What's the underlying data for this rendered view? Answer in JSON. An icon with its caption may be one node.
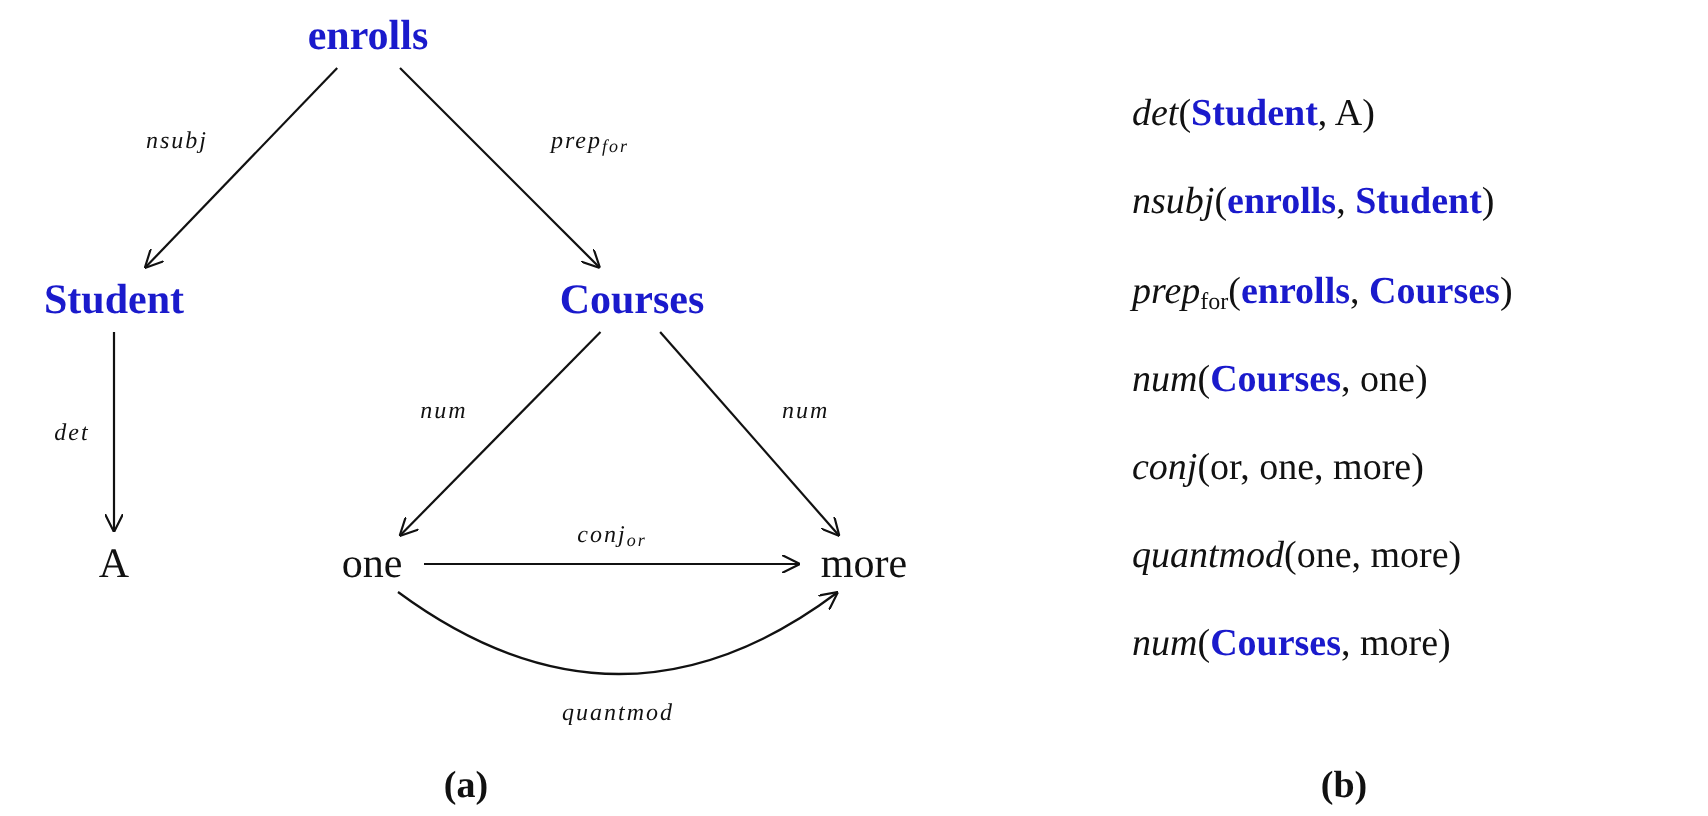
{
  "diagram": {
    "nodes": [
      {
        "text": [
          "enrolls"
        ]
      },
      {
        "text": [
          "Student"
        ]
      },
      {
        "text": [
          "Courses"
        ]
      },
      {
        "text": [
          "A"
        ]
      },
      {
        "text": [
          "one"
        ]
      },
      {
        "text": [
          "more"
        ]
      }
    ],
    "edges": [
      {
        "from": 0,
        "to": 1,
        "arrow": "to",
        "label": "nsubj"
      },
      {
        "from": 0,
        "to": 2,
        "arrow": "to",
        "label": "prep$_{for}$"
      },
      {
        "from": 1,
        "to": 3,
        "arrow": "to",
        "label": "det"
      },
      {
        "from": 2,
        "to": 4,
        "arrow": "to",
        "label": "num"
      },
      {
        "from": 2,
        "to": 5,
        "arrow": "to",
        "label": "num"
      },
      {
        "from": 4,
        "to": 5,
        "arrow": "to",
        "label": "conj$_{or}$"
      },
      {
        "from": 4,
        "to": 5,
        "arrow": "to",
        "label": "quantmod"
      }
    ],
    "labels": [
      "(a)",
      "(b)",
      "*det*(**Student**, A)",
      "*nsubj*(**enrolls**, **Student**)",
      "*prep*$_{for}$(**enrolls**, **Courses**)",
      "*num*(**Courses**, one)",
      "*conj*(or, one, more)",
      "*quantmod*(one, more)",
      "*num*(**Courses**, more)"
    ]
  }
}
